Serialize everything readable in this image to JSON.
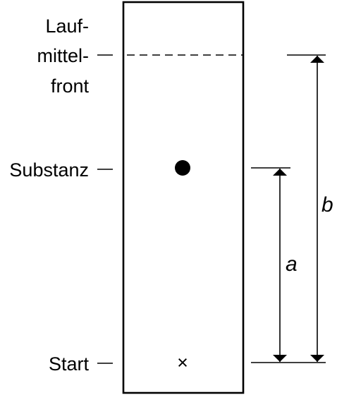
{
  "labels": {
    "front_line1": "Lauf-",
    "front_line2": "mittel-",
    "front_line3": "front",
    "substance": "Substanz",
    "start": "Start",
    "distance_a": "a",
    "distance_b": "b",
    "start_marker": "×"
  },
  "colors": {
    "line": "#000000",
    "background": "#ffffff"
  },
  "icons": {
    "substance_spot": "filled-circle",
    "start_marker": "x-mark"
  }
}
